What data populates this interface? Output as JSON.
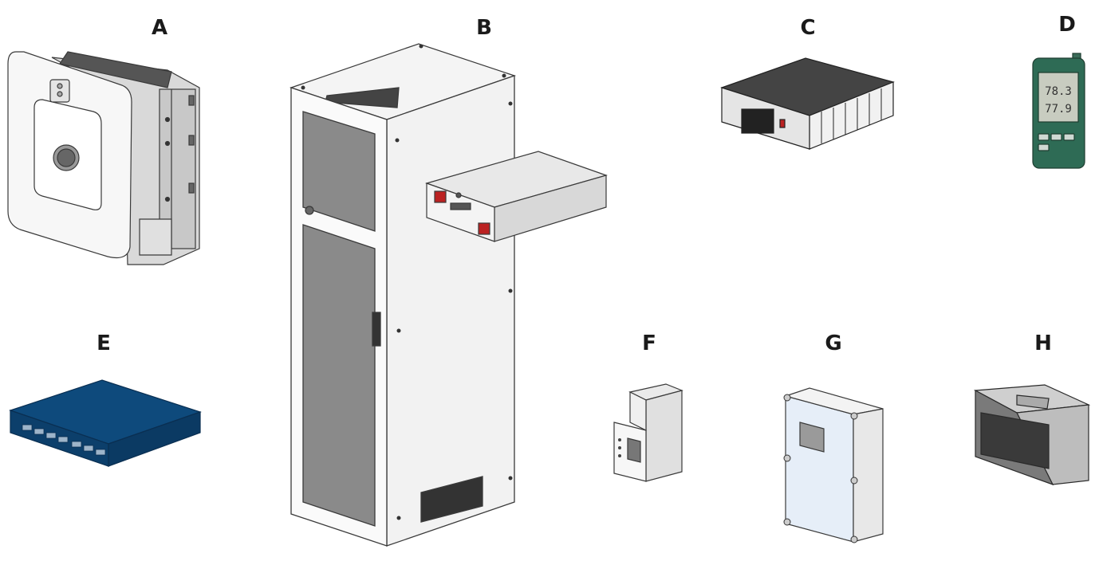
{
  "labels": {
    "a": "A",
    "b": "B",
    "c": "C",
    "d": "D",
    "e": "E",
    "f": "F",
    "g": "G",
    "h": "H"
  },
  "devices": {
    "d_display_top": "78.3",
    "d_display_bottom": "77.9"
  },
  "colors": {
    "outline": "#3a3a3a",
    "cabinet_glass": "#8a8a8a",
    "switch_blue": "#0e4a7c",
    "meter_green": "#2e6b55",
    "box_glass": "#e6eef8"
  }
}
